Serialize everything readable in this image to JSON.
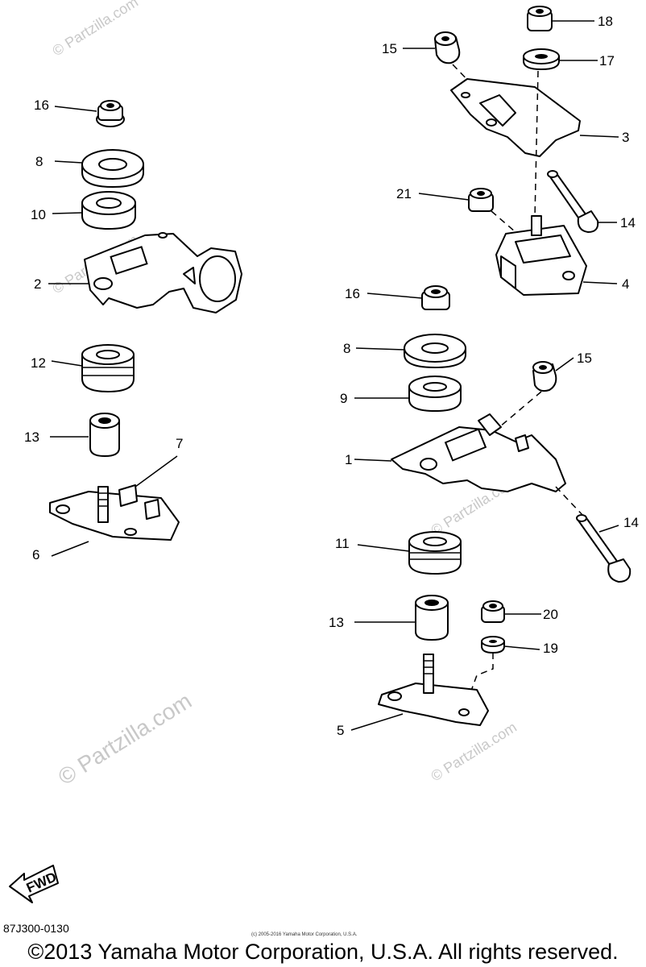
{
  "labels": {
    "p1": "1",
    "p2": "2",
    "p3": "3",
    "p4": "4",
    "p5": "5",
    "p6": "6",
    "p7": "7",
    "p8a": "8",
    "p8b": "8",
    "p9": "9",
    "p10": "10",
    "p11": "11",
    "p12": "12",
    "p13a": "13",
    "p13b": "13",
    "p14a": "14",
    "p14b": "14",
    "p15a": "15",
    "p15b": "15",
    "p16a": "16",
    "p16b": "16",
    "p17": "17",
    "p18": "18",
    "p19": "19",
    "p20": "20",
    "p21": "21"
  },
  "fwd_label": "FWD",
  "watermark": "© Partzilla.com",
  "part_code": "87J300-0130",
  "tiny_copyright": "(c) 2005-2016 Yamaha Motor Corporation, U.S.A.",
  "copyright": "©2013 Yamaha Motor Corporation, U.S.A. All rights reserved."
}
